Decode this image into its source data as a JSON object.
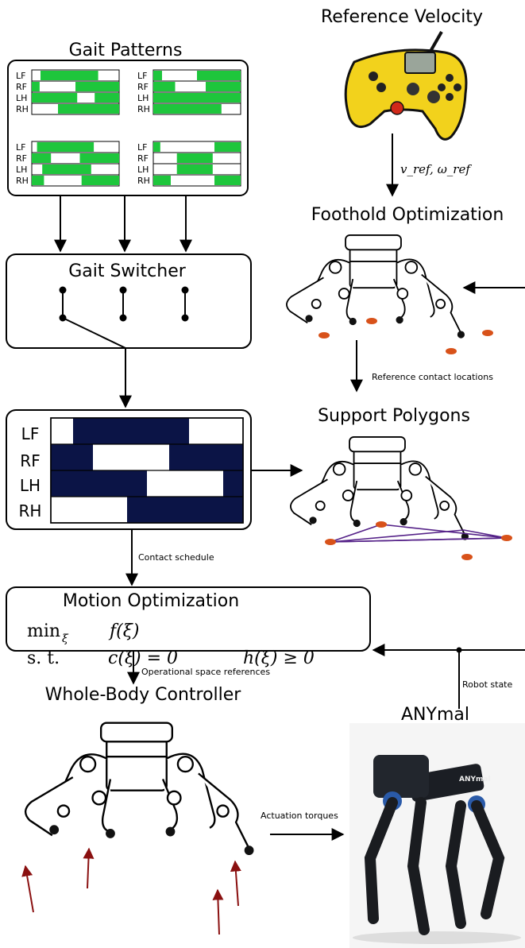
{
  "titles": {
    "gait_patterns": "Gait Patterns",
    "reference_velocity": "Reference Velocity",
    "foothold_optimization": "Foothold Optimization",
    "gait_switcher": "Gait Switcher",
    "support_polygons": "Support Polygons",
    "motion_optimization": "Motion Optimization",
    "whole_body_controller": "Whole-Body Controller",
    "anymal": "ANYmal"
  },
  "legs": [
    "LF",
    "RF",
    "LH",
    "RH"
  ],
  "edge_labels": {
    "velocity": "v_ref, ω_ref",
    "reference_contact": "Reference contact locations",
    "contact_schedule": "Contact schedule",
    "operational_space": "Operational space references",
    "robot_state": "Robot state",
    "actuation_torques": "Actuation torques"
  },
  "optimization": {
    "min_label": "min",
    "min_sub": "ξ",
    "objective": "f(ξ)",
    "st_label": "s. t.",
    "eq_constraint": "c(ξ) = 0",
    "ineq_constraint": "h(ξ) ≥ 0"
  },
  "robot_logo": "ANYmal",
  "colors": {
    "gait_green": "#1ec63c",
    "schedule_navy": "#0b1446",
    "foothold_orange": "#d8521a",
    "polygon_purple": "#552288",
    "force_arrow": "#8a1010",
    "controller_yellow": "#f2d21c"
  }
}
